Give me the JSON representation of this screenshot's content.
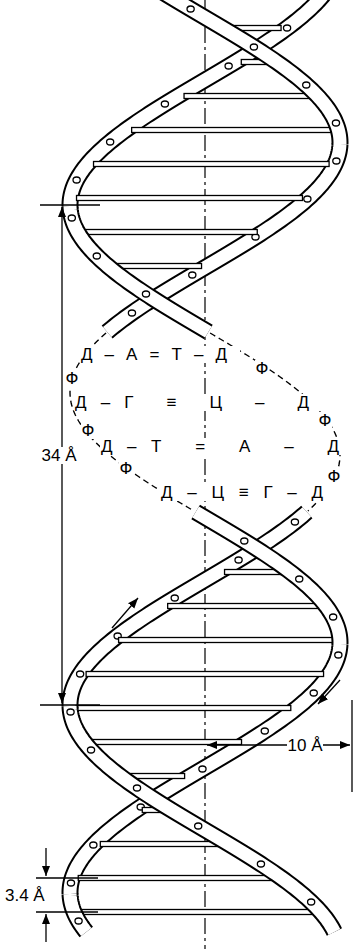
{
  "diagram": {
    "labels": [
      "Д–А=Т–Д",
      "Ф",
      "Ф",
      "Д–Г ≡ Ц – Д",
      "Ф",
      "Ф",
      "Д–Т = А – Д",
      "Ф",
      "Ф",
      "Д–Ц≡Г–Д",
      "34 Å",
      "10 Å",
      "3.4 Å"
    ]
  }
}
